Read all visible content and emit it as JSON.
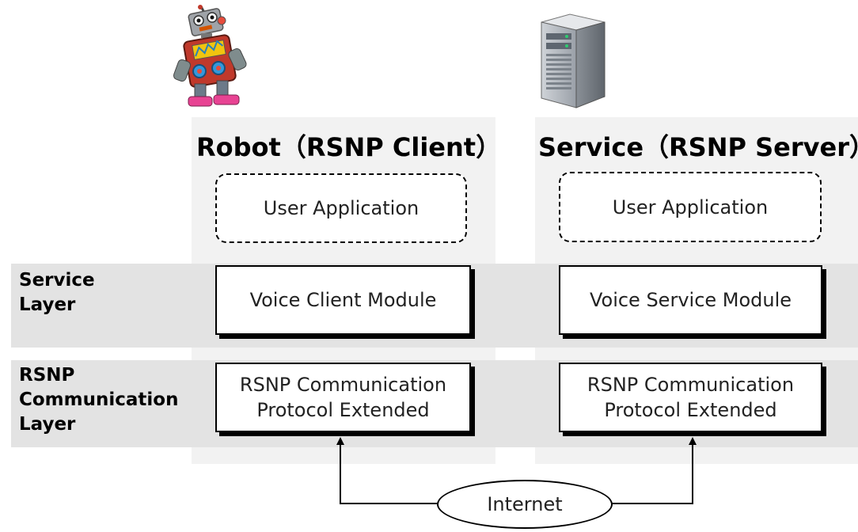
{
  "columns": {
    "client_title": "Robot（RSNP Client）",
    "server_title": "Service（RSNP Server）"
  },
  "layers": {
    "service": {
      "line1": "Service",
      "line2": "Layer"
    },
    "communication": {
      "line1": "RSNP",
      "line2": "Communication",
      "line3": "Layer"
    }
  },
  "client": {
    "user_app": "User Application",
    "module": "Voice Client Module",
    "protocol_line1": "RSNP Communication",
    "protocol_line2": "Protocol Extended"
  },
  "server": {
    "user_app": "User Application",
    "module": "Voice Service Module",
    "protocol_line1": "RSNP Communication",
    "protocol_line2": "Protocol Extended"
  },
  "network": {
    "label": "Internet"
  },
  "icons": {
    "client": "robot-icon",
    "server": "server-tower-icon"
  }
}
